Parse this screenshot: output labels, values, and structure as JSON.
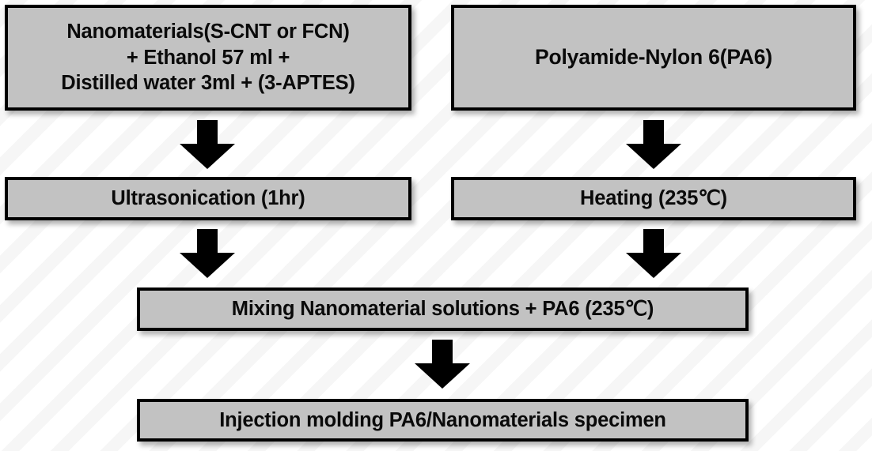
{
  "diagram": {
    "title": "Nanomaterial / PA6 composite fabrication process flowchart",
    "background_color": "#ffffff",
    "box_fill_color": "#c2c2c2",
    "box_border_color": "#000000",
    "arrow_color": "#000000",
    "nodes": {
      "nanomaterials": {
        "label": "Nanomaterials(S-CNT or FCN)\n+ Ethanol 57 ml +\nDistilled water 3ml + (3-APTES)"
      },
      "polyamide": {
        "label": "Polyamide-Nylon 6(PA6)"
      },
      "ultrasonication": {
        "label": "Ultrasonication (1hr)"
      },
      "heating": {
        "label": "Heating (235℃)"
      },
      "mixing": {
        "label": "Mixing Nanomaterial solutions + PA6 (235℃)"
      },
      "injection": {
        "label": "Injection molding PA6/Nanomaterials specimen"
      }
    },
    "arrows": [
      {
        "name": "nanomaterials-to-ultrasonication",
        "direction": "down"
      },
      {
        "name": "polyamide-to-heating",
        "direction": "down"
      },
      {
        "name": "ultrasonication-to-mixing",
        "direction": "down"
      },
      {
        "name": "heating-to-mixing",
        "direction": "down"
      },
      {
        "name": "mixing-to-injection",
        "direction": "down"
      }
    ]
  }
}
